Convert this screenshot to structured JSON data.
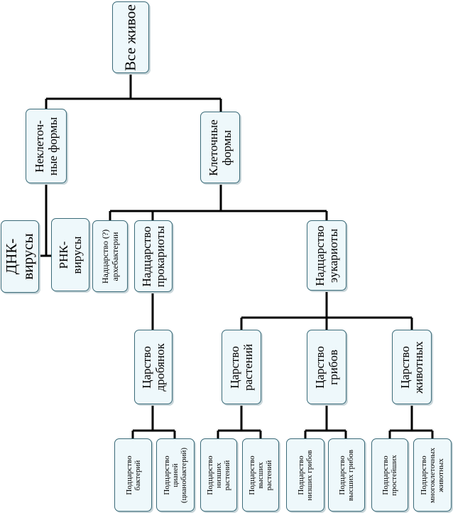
{
  "nodes": {
    "root": [
      "Все живое"
    ],
    "noncellular": [
      "Неклеточ-",
      "ные формы"
    ],
    "cellular": [
      "Клеточные",
      "формы"
    ],
    "dna_viruses": [
      "ДНК-",
      "вирусы"
    ],
    "rna_viruses": [
      "РНК-",
      "вирусы"
    ],
    "archaea": [
      "Надцарство (?)",
      "архебактерии"
    ],
    "prokaryotes": [
      "Надцарство",
      "прокариоты"
    ],
    "eukaryotes": [
      "Надцарство",
      "эукариоты"
    ],
    "drobyanki": [
      "Царство",
      "дробянок"
    ],
    "plants": [
      "Царство",
      "растений"
    ],
    "fungi": [
      "Царство",
      "грибов"
    ],
    "animals": [
      "Царство",
      "животных"
    ],
    "bacteria": [
      "Подцарство",
      "бактерий"
    ],
    "cyanobacteria": [
      "Подцарство",
      "цианей",
      "(цианобактерий)"
    ],
    "lower_plants": [
      "Подцарство",
      "низших",
      "растений"
    ],
    "higher_plants": [
      "Подцарство",
      "высших",
      "растений"
    ],
    "lower_fungi": [
      "Подцарство",
      "низших грибов"
    ],
    "higher_fungi": [
      "Подцарство",
      "высших грибов"
    ],
    "protozoa": [
      "Подцарство",
      "простейших"
    ],
    "metazoa": [
      "Подцарство",
      "многоклеточных",
      "животных"
    ]
  }
}
